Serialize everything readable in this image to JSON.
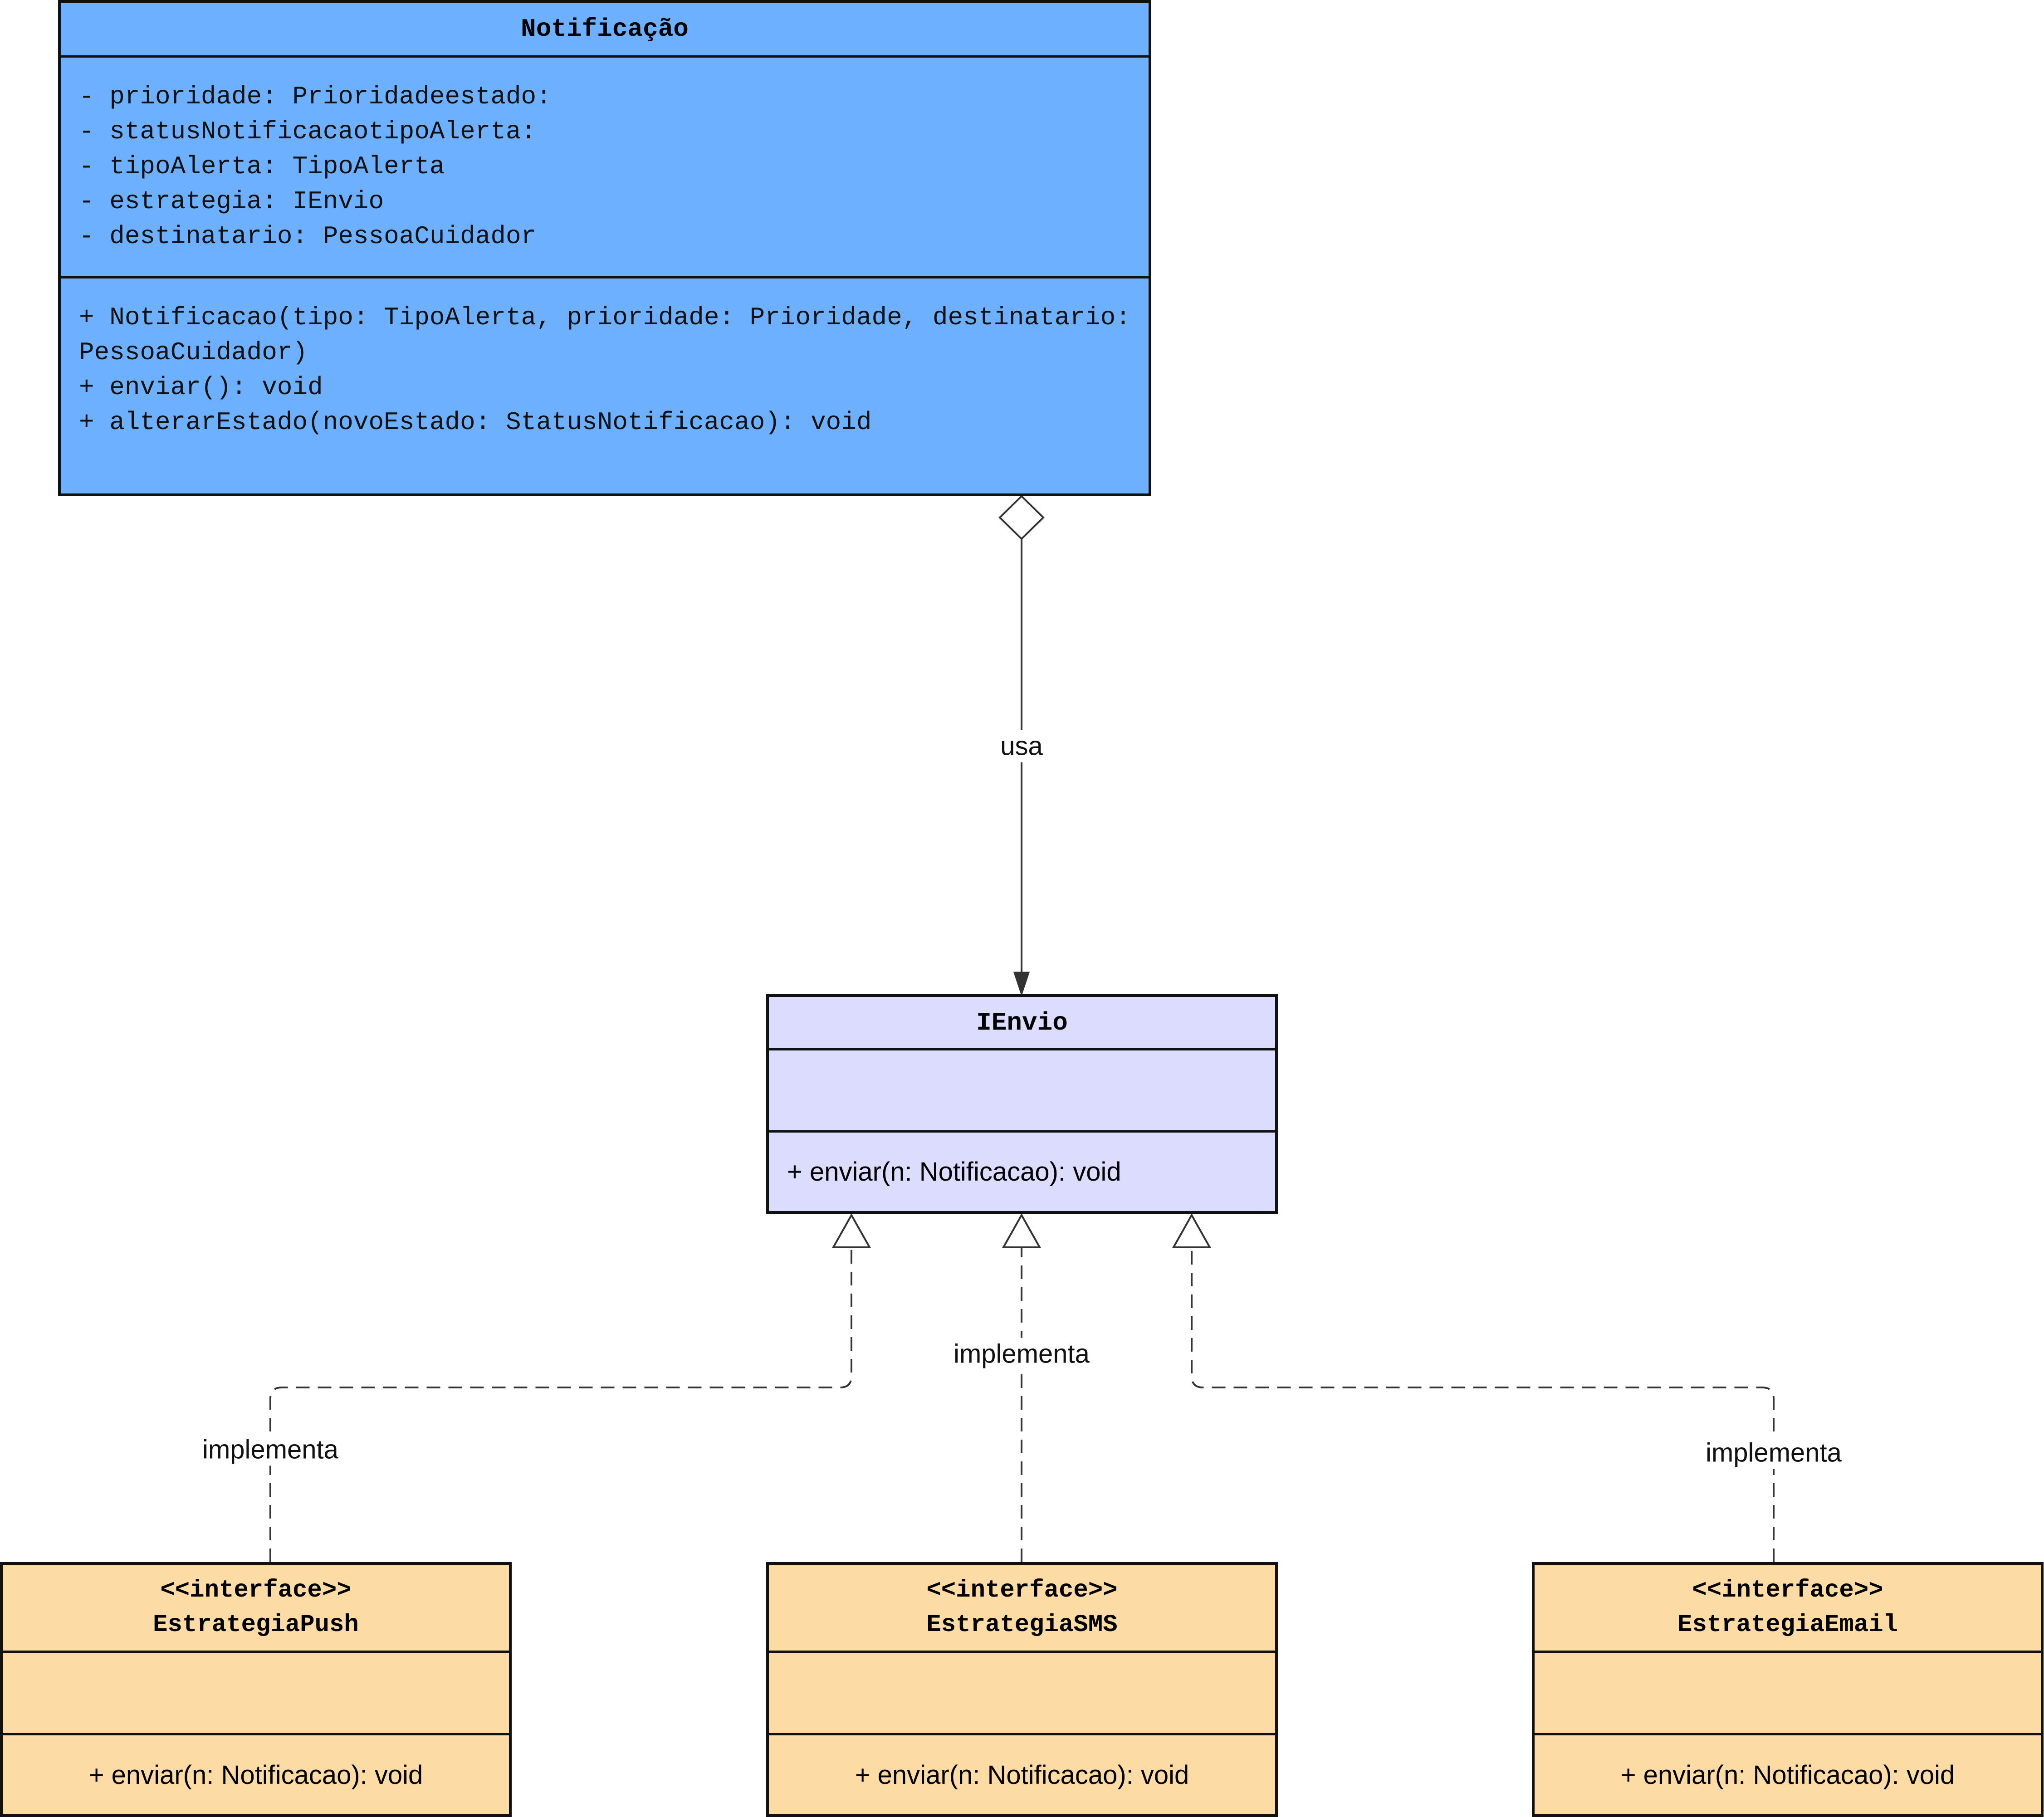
{
  "notificacao": {
    "title": "Notificação",
    "attributes": [
      "- prioridade: Prioridadeestado:",
      "- statusNotificacaotipoAlerta:",
      "- tipoAlerta: TipoAlerta",
      "- estrategia: IEnvio",
      "- destinatario: PessoaCuidador"
    ],
    "methods": [
      "+ Notificacao(tipo: TipoAlerta, prioridade: Prioridade, destinatario:",
      "PessoaCuidador)",
      "+ enviar(): void",
      "+ alterarEstado(novoEstado: StatusNotificacao): void"
    ],
    "color": "#6cb0ff"
  },
  "ienvio": {
    "title": "IEnvio",
    "methods": [
      "+ enviar(n: Notificacao): void"
    ],
    "color": "#dcdcff"
  },
  "strategies": [
    {
      "stereotype": "<<interface>>",
      "name": "EstrategiaPush",
      "method": "+ enviar(n: Notificacao): void"
    },
    {
      "stereotype": "<<interface>>",
      "name": "EstrategiaSMS",
      "method": "+ enviar(n: Notificacao): void"
    },
    {
      "stereotype": "<<interface>>",
      "name": "EstrategiaEmail",
      "method": "+ enviar(n: Notificacao): void"
    }
  ],
  "strategy_color": "#fcdba5",
  "edges": {
    "aggregation_label": "usa",
    "implementation_labels": [
      "implementa",
      "implementa",
      "implementa"
    ]
  }
}
